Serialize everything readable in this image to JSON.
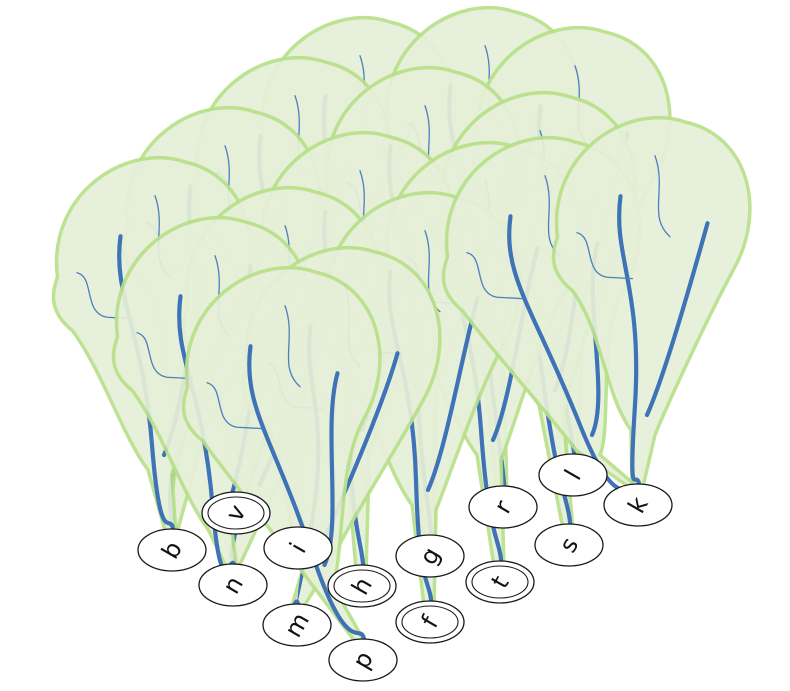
{
  "diagram": {
    "colors": {
      "leaf_fill": "#e6efd8",
      "leaf_outline": "#b8e08a",
      "vein": "#3f73b8",
      "node_outline": "#1a1a1a"
    },
    "nodes": [
      {
        "id": "b",
        "label": "b",
        "double_ring": false
      },
      {
        "id": "v",
        "label": "v",
        "double_ring": true
      },
      {
        "id": "n",
        "label": "n",
        "double_ring": false
      },
      {
        "id": "i",
        "label": "i",
        "double_ring": false
      },
      {
        "id": "m",
        "label": "m",
        "double_ring": false
      },
      {
        "id": "h",
        "label": "h",
        "double_ring": true
      },
      {
        "id": "g",
        "label": "g",
        "double_ring": false
      },
      {
        "id": "p",
        "label": "p",
        "double_ring": false
      },
      {
        "id": "f",
        "label": "f",
        "double_ring": true
      },
      {
        "id": "r",
        "label": "r",
        "double_ring": false
      },
      {
        "id": "t",
        "label": "t",
        "double_ring": true
      },
      {
        "id": "l",
        "label": "l",
        "double_ring": false
      },
      {
        "id": "s",
        "label": "s",
        "double_ring": false
      },
      {
        "id": "k",
        "label": "k",
        "double_ring": false
      }
    ]
  }
}
